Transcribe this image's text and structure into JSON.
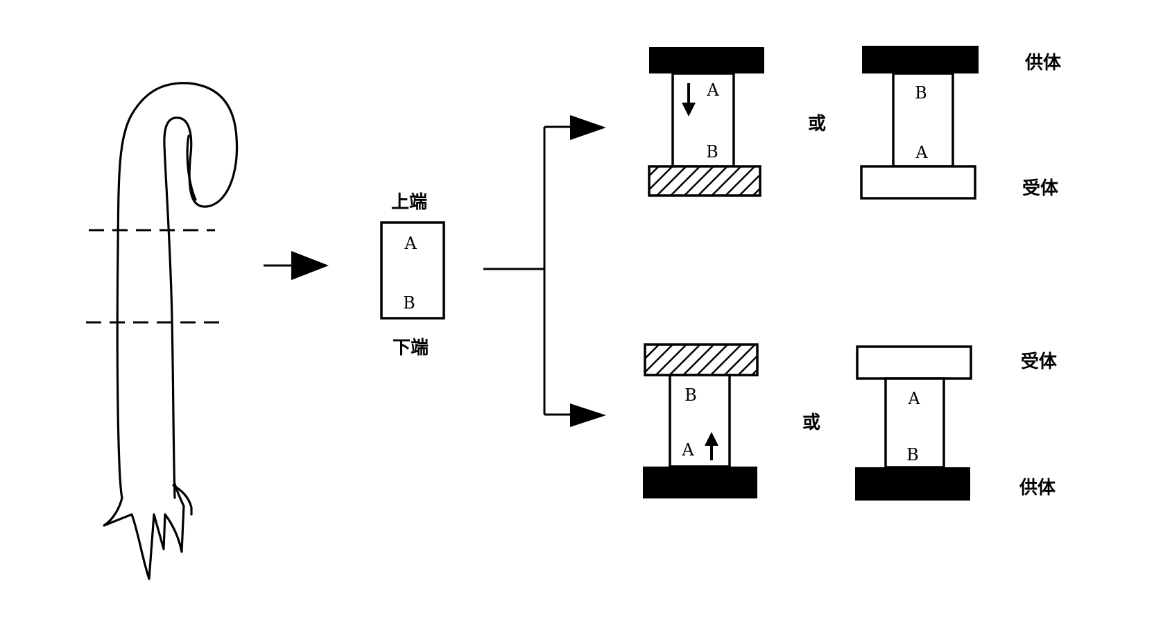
{
  "segment": {
    "top_label": "上端",
    "bottom_label": "下端",
    "top_letter": "A",
    "bottom_letter": "B"
  },
  "experiments": {
    "row1": {
      "left": {
        "top_letter": "A",
        "bottom_letter": "B"
      },
      "right": {
        "top_letter": "B",
        "bottom_letter": "A"
      },
      "or_label": "或",
      "top_role": "供体",
      "bottom_role": "受体"
    },
    "row2": {
      "left": {
        "top_letter": "B",
        "bottom_letter": "A"
      },
      "right": {
        "top_letter": "A",
        "bottom_letter": "B"
      },
      "or_label": "或",
      "top_role": "受体",
      "bottom_role": "供体"
    }
  },
  "colors": {
    "line": "#000000",
    "fill_solid": "#000000",
    "fill_empty": "#ffffff"
  }
}
